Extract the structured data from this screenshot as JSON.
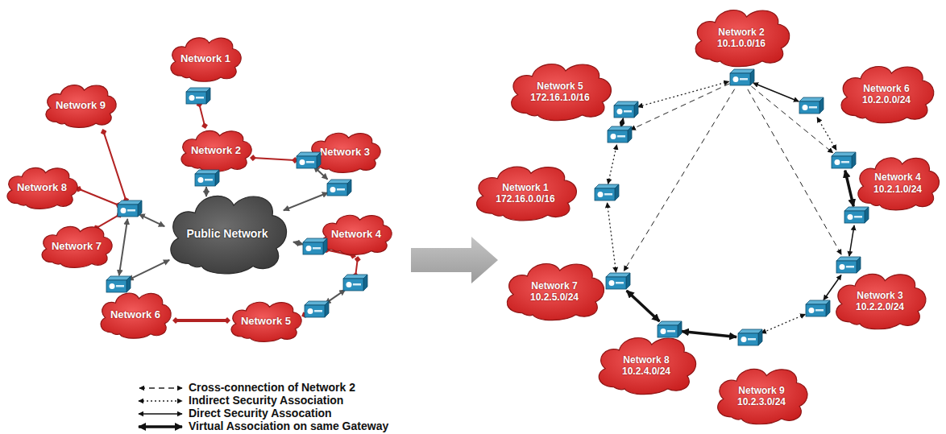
{
  "diagram": {
    "nodes": [
      {
        "text": [
          "Network 1"
        ]
      },
      {
        "text": [
          "Network 9"
        ]
      },
      {
        "text": [
          "Network 2"
        ]
      },
      {
        "text": [
          "Network 3"
        ]
      },
      {
        "text": [
          "Network 8"
        ]
      },
      {
        "text": [
          "Public Network"
        ]
      },
      {
        "text": [
          "Network 7"
        ]
      },
      {
        "text": [
          "Network 4"
        ]
      },
      {
        "text": [
          "Network 6"
        ]
      },
      {
        "text": [
          "Network 5"
        ]
      },
      {
        "text": [
          "Network 2",
          "10.1.0.0/16"
        ]
      },
      {
        "text": [
          "Network 5",
          "172.16.1.0/16"
        ]
      },
      {
        "text": [
          "Network 6",
          "10.2.0.0/24"
        ]
      },
      {
        "text": [
          "Network 1",
          "172.16.0.0/16"
        ]
      },
      {
        "text": [
          "Network 4",
          "10.2.1.0/24"
        ]
      },
      {
        "text": [
          "Network 7",
          "10.2.5.0/24"
        ]
      },
      {
        "text": [
          "Network 3",
          "10.2.2.0/24"
        ]
      },
      {
        "text": [
          "Network 8",
          "10.2.4.0/24"
        ]
      },
      {
        "text": [
          "Network 9",
          "10.2.3.0/24"
        ]
      }
    ],
    "legend": [
      {
        "text": "Cross-connection of Network 2"
      },
      {
        "text": "Indirect Security Association"
      },
      {
        "text": "Direct Security Assocation"
      },
      {
        "text": "Virtual Association on same Gateway"
      }
    ]
  }
}
